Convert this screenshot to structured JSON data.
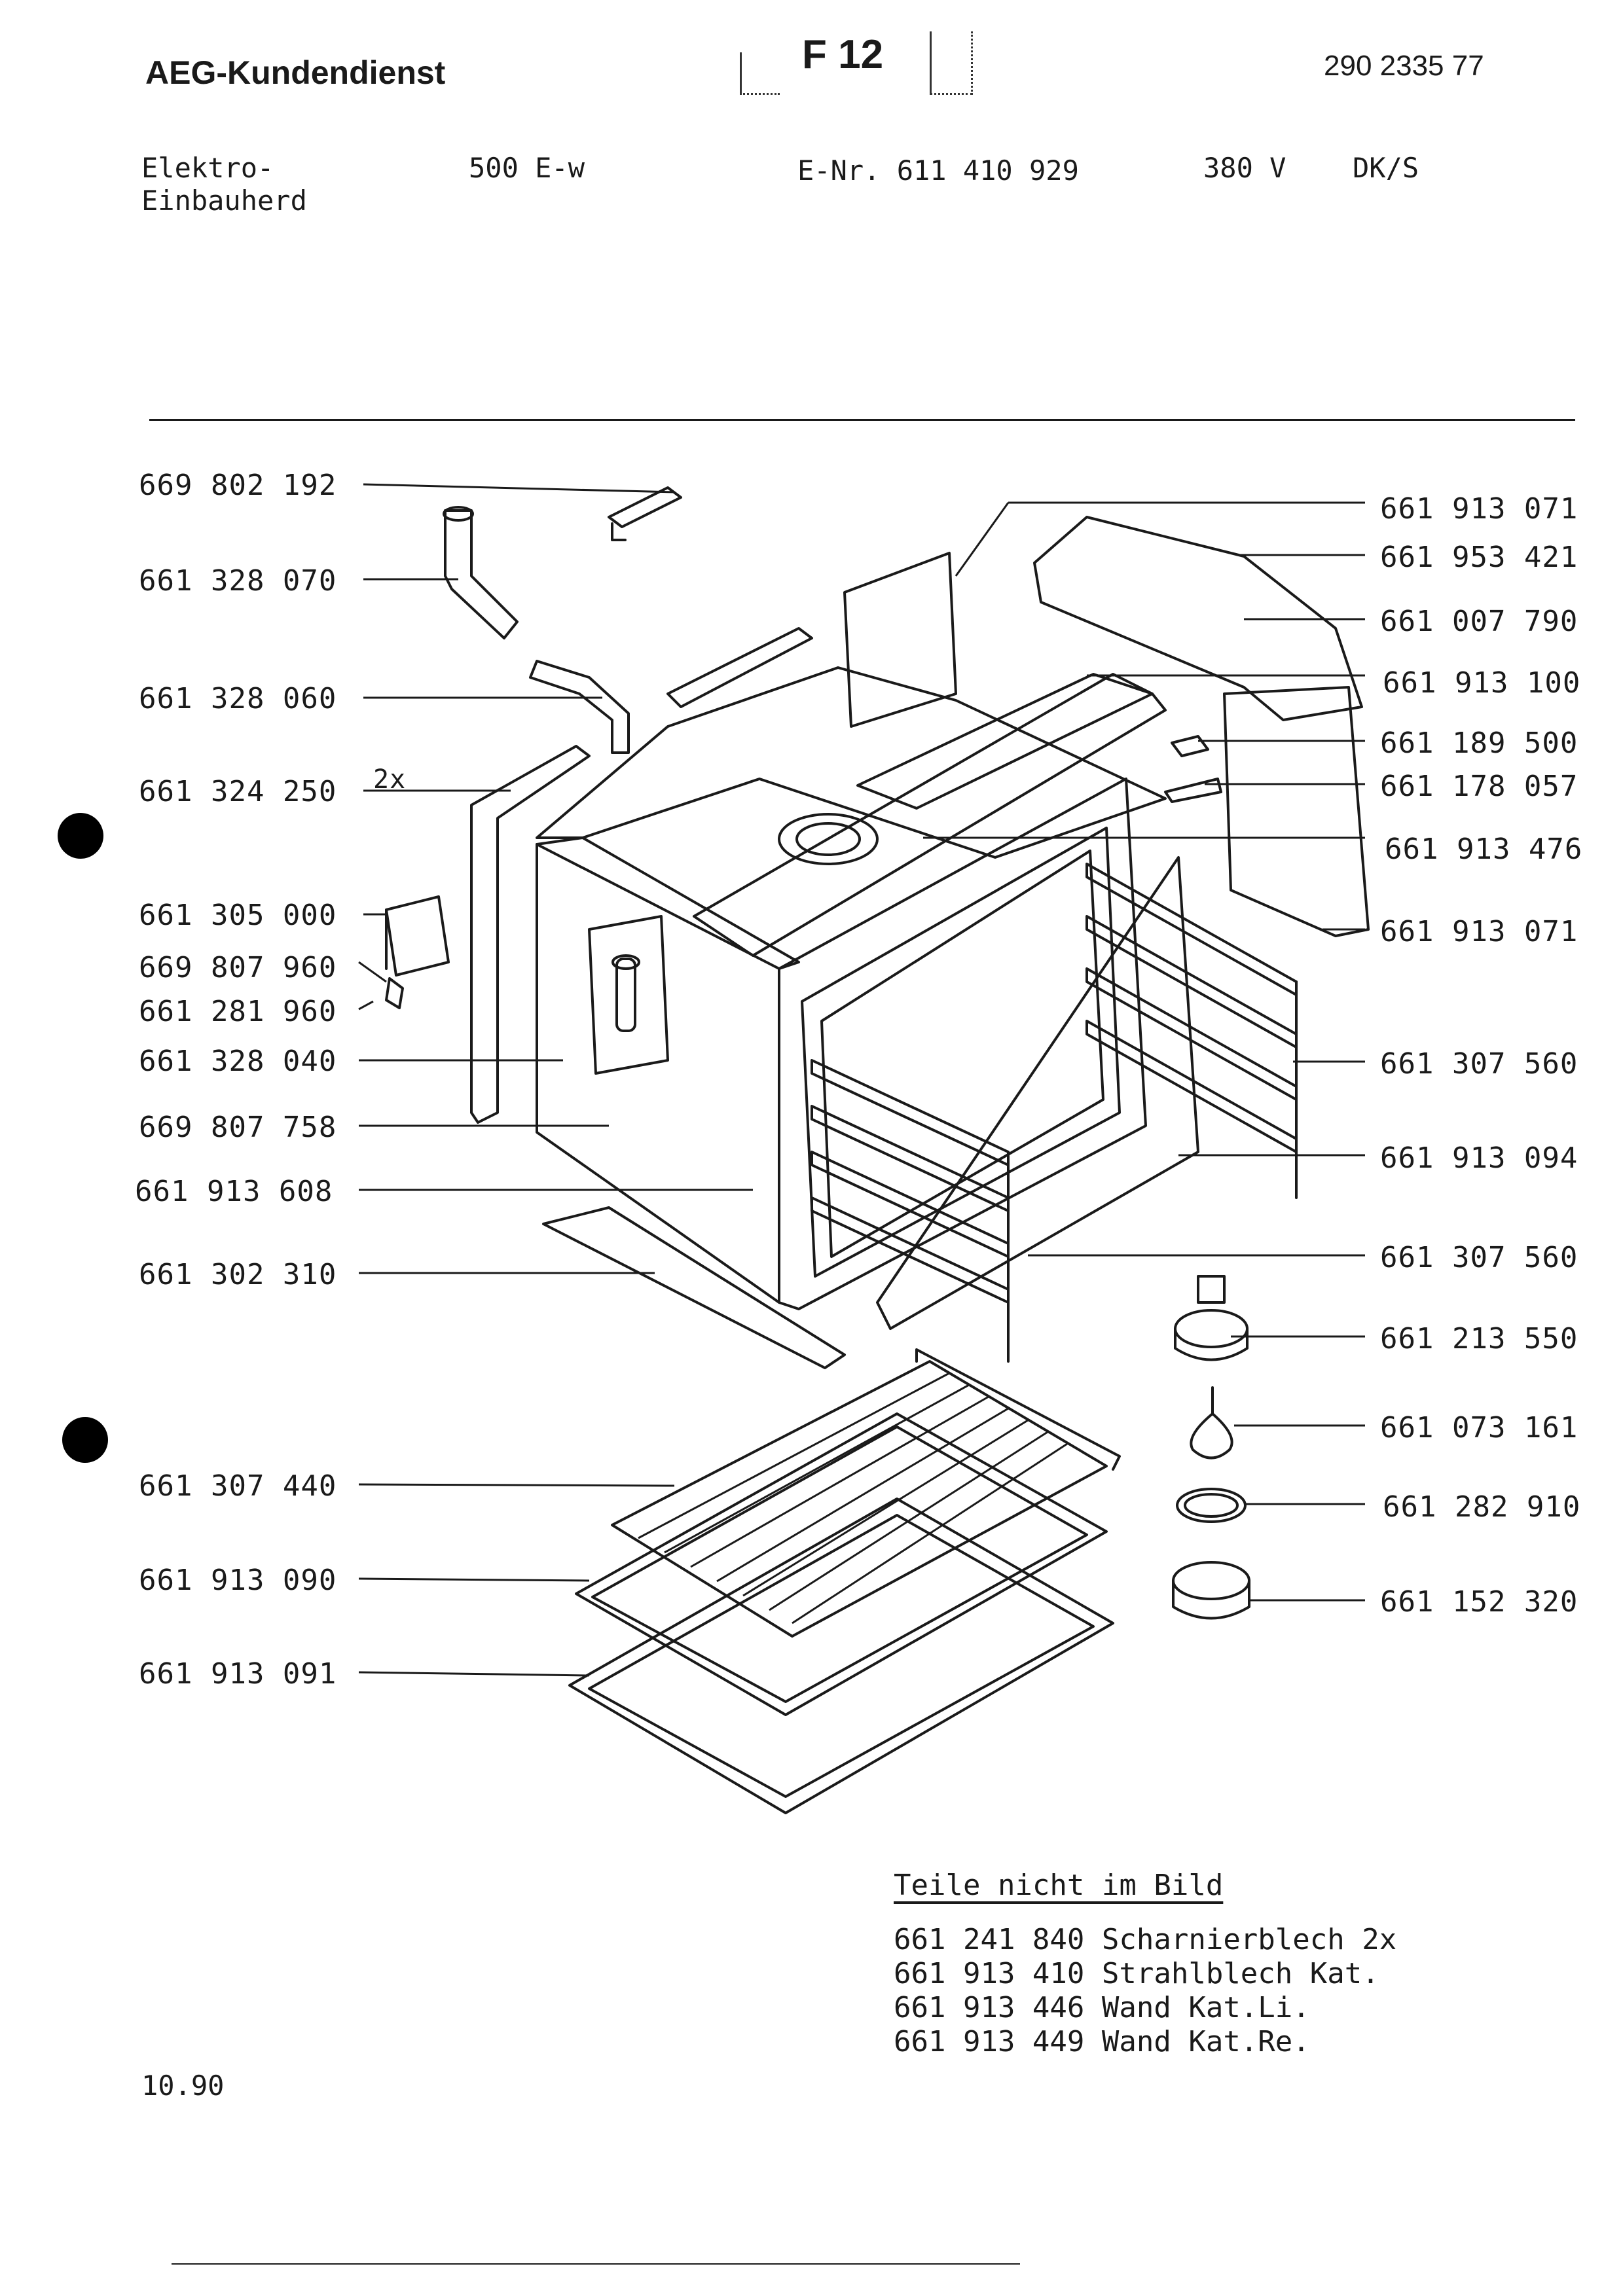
{
  "header": {
    "brand": "AEG-Kundendienst",
    "section_code": "F 12",
    "document_number": "290 2335 77"
  },
  "appliance": {
    "type_line1": "Elektro-",
    "type_line2": "Einbauherd",
    "model": "500 E-w",
    "e_number": "E-Nr. 611 410 929",
    "voltage": "380 V",
    "market": "DK/S"
  },
  "left_labels": [
    "669 802 192",
    "661 328 070",
    "661 328 060",
    "661 324 250",
    "661 305 000",
    "669 807 960",
    "661 281 960",
    "661 328 040",
    "669 807 758",
    "661 913 608",
    "661 302 310",
    "661 307 440",
    "661 913 090",
    "661 913 091"
  ],
  "quantity_note": "2x",
  "right_labels": [
    "661 913 071",
    "661 953 421",
    "661 007 790",
    "661 913 100",
    "661 189 500",
    "661 178 057",
    "661 913 476",
    "661 913 071",
    "661 307 560",
    "661 913 094",
    "661 307 560",
    "661 213 550",
    "661 073 161",
    "661 282 910",
    "661 152 320"
  ],
  "footnote": {
    "title": "Teile nicht im Bild",
    "items": [
      "661 241 840 Scharnierblech 2x",
      "661 913 410 Strahlblech Kat.",
      "661 913 446 Wand Kat.Li.",
      "661 913 449 Wand Kat.Re."
    ]
  },
  "date": "10.90"
}
